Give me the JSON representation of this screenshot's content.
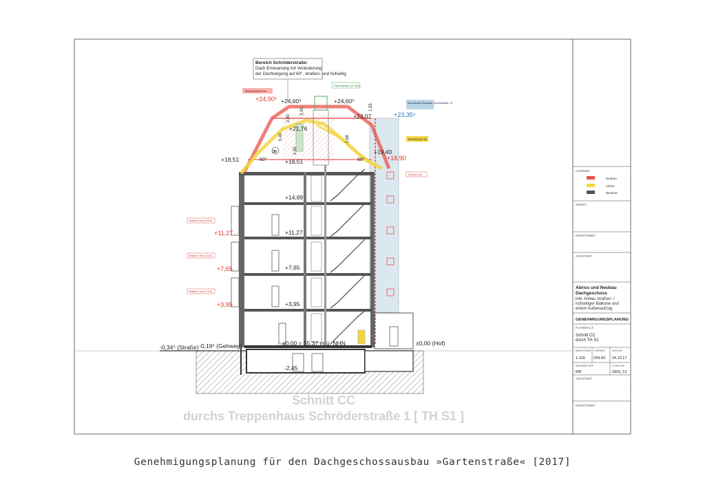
{
  "drawing": {
    "note_heading": "Bereich Schröderstraße:",
    "note_lines": [
      "Dach-Erneuerung mit Veränderung",
      "der Dachneigung auf 60°, straßen- und hofseitig"
    ],
    "tag_brandwand_neu": "Brandwand neu",
    "tag_rauchfenster": "Rauchfenster (2.50m)",
    "tag_brandwand_nachbar": "Brandwand Nachbar (Schröderstr. 2)",
    "tag_brandwand_alt": "Brandwand alt",
    "tag_aufzug": "Aufzug neu",
    "tag_balkon_3og": "Balkon neu (3.OG)",
    "tag_balkon_2og": "Balkon neu (2.OG)",
    "tag_balkon_1og": "Balkon neu (1.OG)",
    "levels": {
      "l2490": "+24,90⁵",
      "l2460a": "+24,60⁵",
      "l2460b": "+24,60⁵",
      "l2335": "+23,35⁵",
      "l2307": "+23,07",
      "l2176": "+21,76",
      "l1940": "+19,40",
      "l1890": "+18,90",
      "l1851a": "+18,51",
      "l1851b": "+18,51",
      "l1489": "+14,89",
      "l1127a": "+11,27",
      "l1127b": "+11,27",
      "l765a": "+7,65",
      "l765b": "+7,65",
      "l395a": "+3,95",
      "l395b": "+3,95",
      "l000": "±0,00 = 55,37 m ü. NHN",
      "l000hof": "±0,00 (Hof)",
      "strasse": "-0,34⁵ (Straße)",
      "gehweg": "-0,19⁵ (Gehweg)",
      "keller": "-2,45"
    },
    "dims": {
      "d155": "1,55",
      "d230": "2,30",
      "d295": "2,95",
      "d540": "5,40",
      "d330": "3,30",
      "d268": "2,68"
    },
    "angle_left": "60°",
    "angle_right": "60°",
    "room_no": "35",
    "title_line1": "Schnitt CC",
    "title_line2": "durchs Treppenhaus Schröderstraße 1 [ TH S1 ]"
  },
  "titleblock": {
    "legend_label": "LEGENDE:",
    "legend": [
      {
        "label": "Neubau",
        "color": "#e8534a"
      },
      {
        "label": "Abriss",
        "color": "#f3d641"
      },
      {
        "label": "Bestand",
        "color": "#555555"
      }
    ],
    "objekt_label": "OBJEKT:",
    "eigentuemer_label": "EIGENTÜMER:",
    "architekt_label": "ARCHITEKT:",
    "project_bold": [
      "Abriss und Neubau",
      "Dachgeschoss"
    ],
    "project_lines": [
      "inkl. Anbau straßen- /",
      "hofseitiger Balkone und",
      "einem Außenaufzug"
    ],
    "phase": "GENEHMIGUNGSPLANUNG",
    "planinhalt_label": "PLANINHALT:",
    "plan_title": [
      "Schnitt CC",
      "durch TH S1"
    ],
    "massstab_label": "MASSSTAB:",
    "massstab": "1:100",
    "format_label": "FORMAT:",
    "format": "DIN A2",
    "datum_label": "DATUM:",
    "datum": "24.10.17",
    "bearbeiter_label": "BEARBEITER:",
    "bearbeiter": "MR",
    "plannr_label": "PLAN-NR.:",
    "plannr": "GEN_13",
    "architekt2_label": "ARCHITEKT:",
    "eigentuemer2_label": "EIGENTÜMER:"
  },
  "caption": "Genehmigungsplanung für den Dachgeschossausbau »Gartenstraße« [2017]",
  "colors": {
    "neubau": "#e8534a",
    "abriss": "#f3d641",
    "bestand": "#555555",
    "facade_blue": "#dce8f0"
  }
}
